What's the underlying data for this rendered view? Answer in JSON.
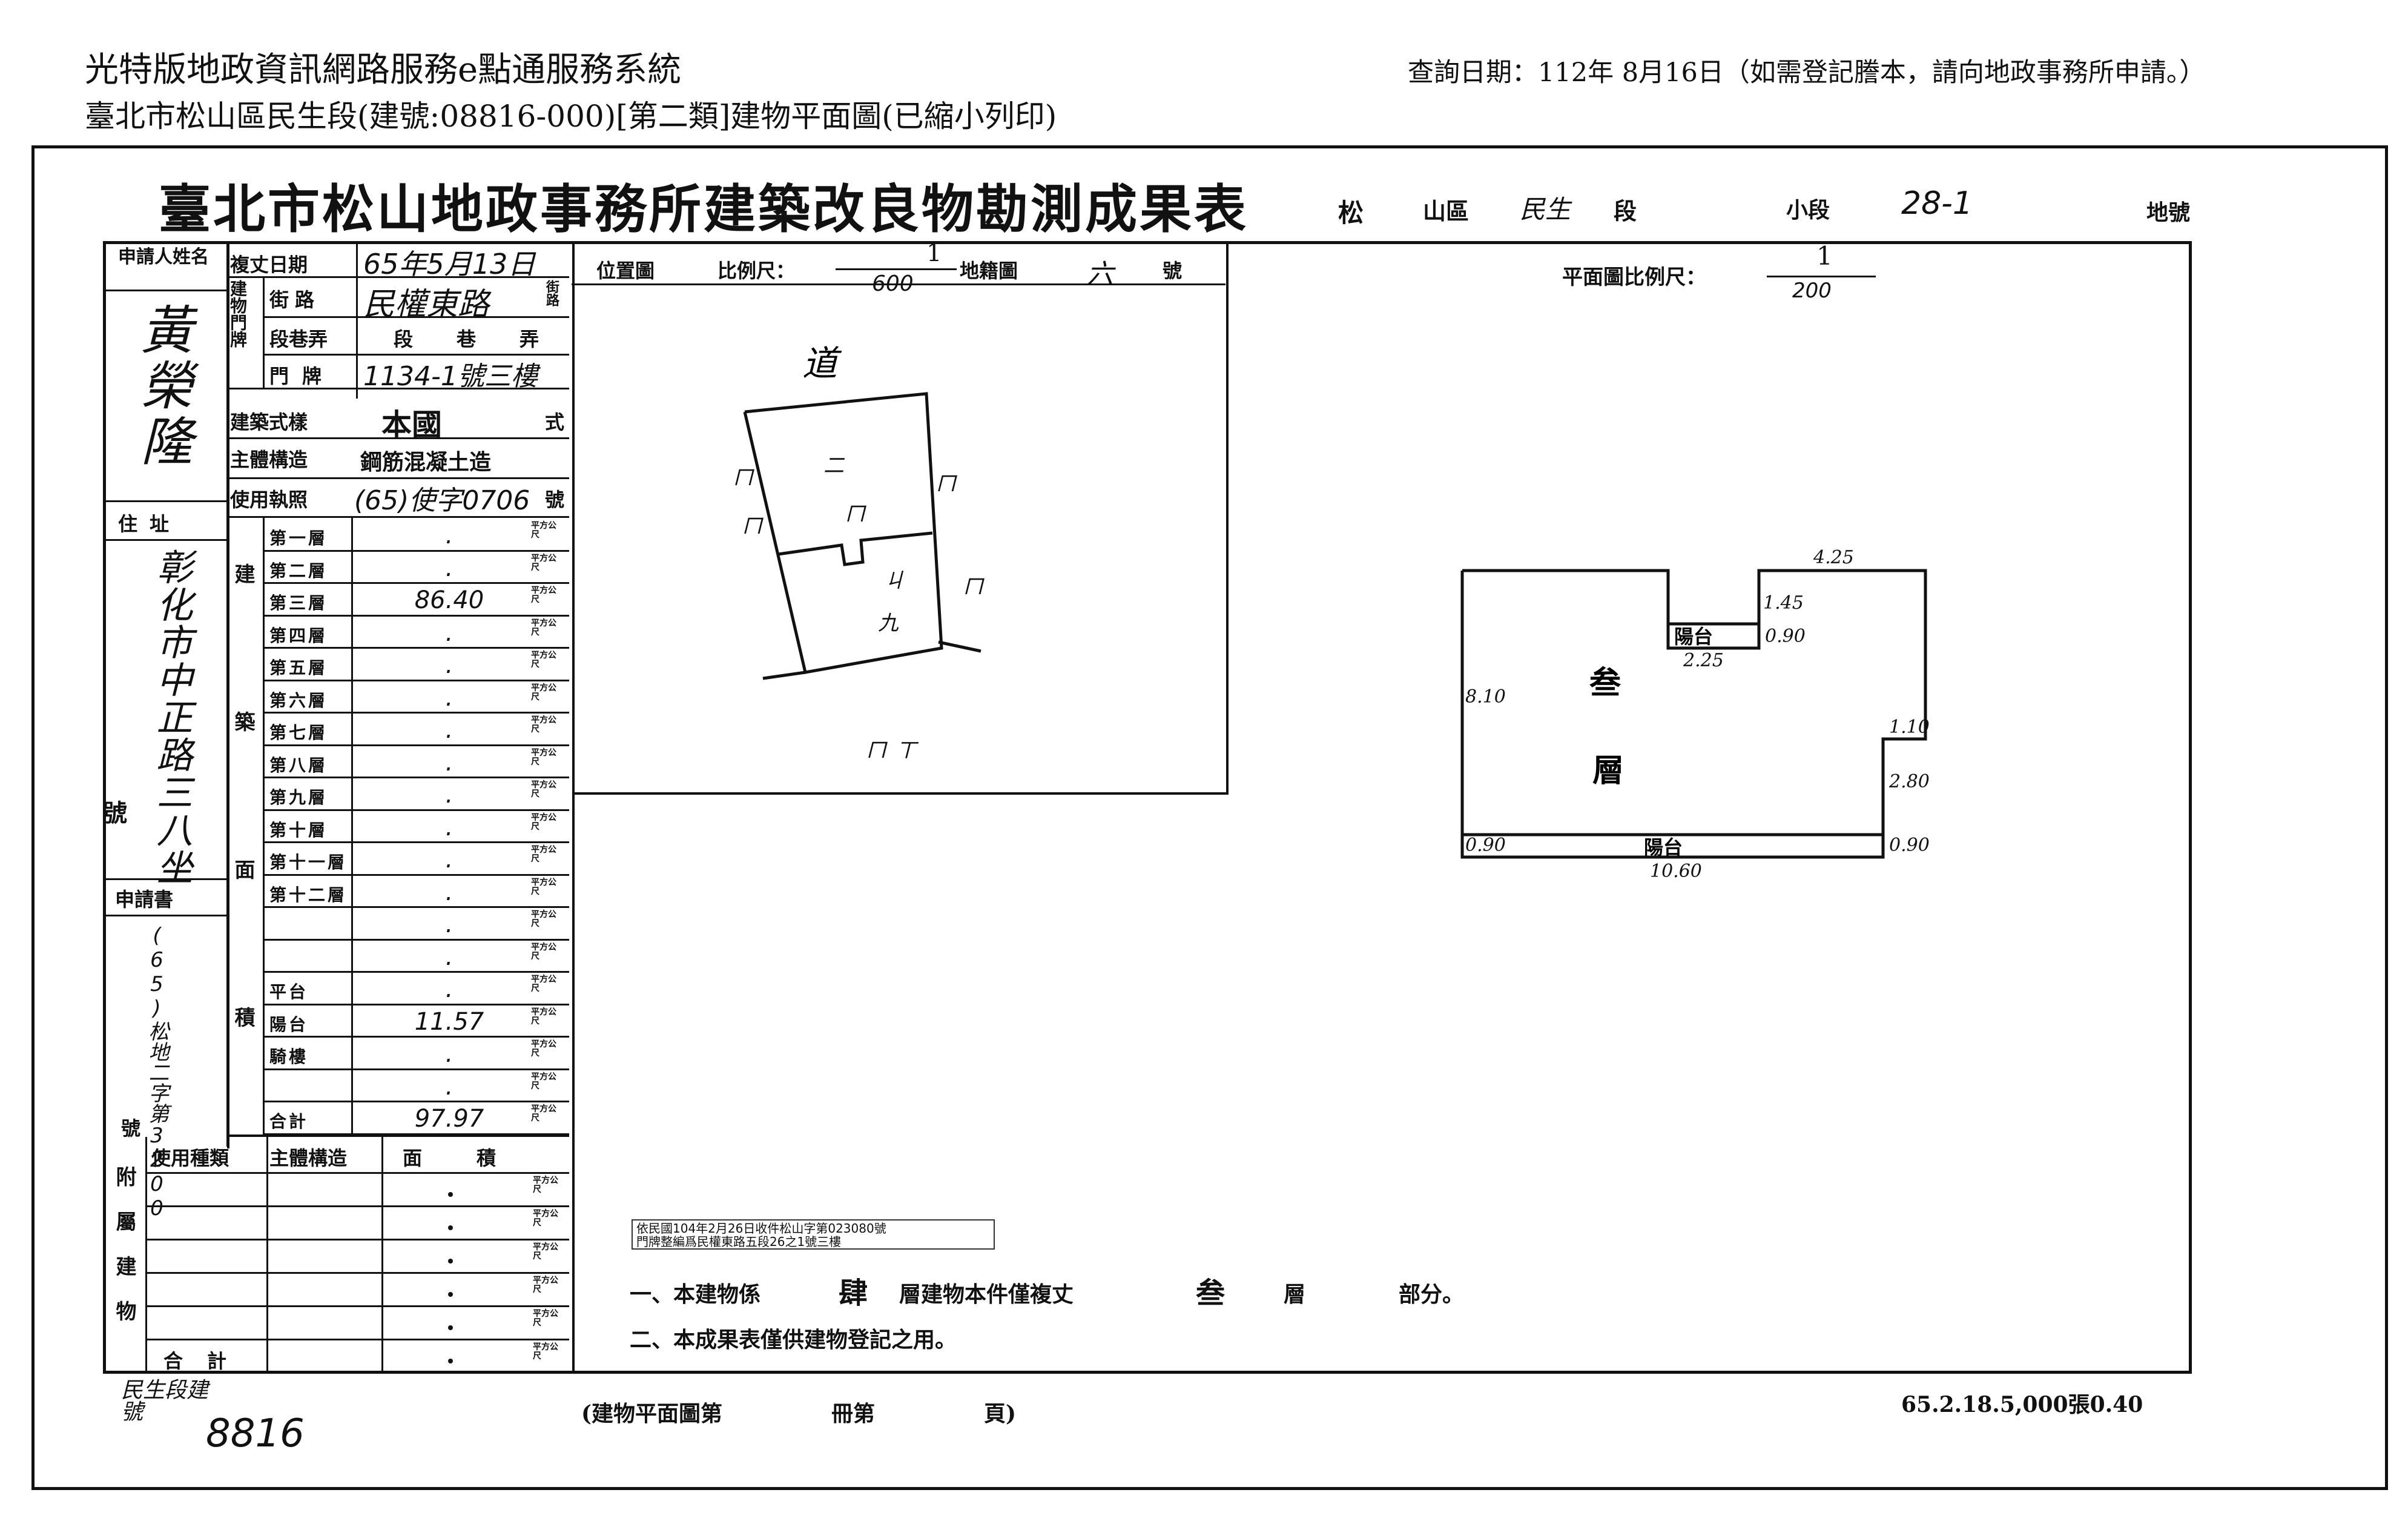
{
  "header": {
    "system_title": "光特版地政資訊網路服務e點通服務系統",
    "subtitle": "臺北市松山區民生段(建號:08816-000)[第二類]建物平面圖(已縮小列印)",
    "query_date": "查詢日期：112年 8月16日（如需登記謄本，請向地政事務所申請。）"
  },
  "doc": {
    "title": "臺北市松山地政事務所建築改良物勘測成果表",
    "district": "松",
    "district2": "山區",
    "section": "民生",
    "section_suffix": "段",
    "subsection_label": "小段",
    "lot_number": "28-1",
    "lot_label": "地號"
  },
  "applicant": {
    "label": "申請人姓名",
    "name": "黃榮隆",
    "address_label": "住址",
    "address": "彰化市中正路三八坐",
    "address_suffix": "號",
    "application_label": "申請書",
    "application_no": "(65)松地二字第3200",
    "application_suffix": "號"
  },
  "info": {
    "survey_date_label": "複丈日期",
    "survey_date": "65年5月13日",
    "door_label": "建物門牌",
    "street_label": "街路",
    "street": "民權東路",
    "street_suffix": "街路",
    "lane_label": "段巷弄",
    "lane_value": "段　巷　弄",
    "number_label": "門牌",
    "number_value": "1134-1號三樓",
    "style_label": "建築式樣",
    "style_value": "本國",
    "style_suffix": "式",
    "structure_label": "主體構造",
    "structure_value": "鋼筋混凝土造",
    "permit_label": "使用執照",
    "permit_value": "(65)使字0706",
    "permit_suffix": "號"
  },
  "floors": {
    "section_label": "建築面積",
    "unit": "平方公尺",
    "rows": [
      {
        "label": "第一層",
        "value": "."
      },
      {
        "label": "第二層",
        "value": "."
      },
      {
        "label": "第三層",
        "value": "86.40"
      },
      {
        "label": "第四層",
        "value": "."
      },
      {
        "label": "第五層",
        "value": "."
      },
      {
        "label": "第六層",
        "value": "."
      },
      {
        "label": "第七層",
        "value": "."
      },
      {
        "label": "第八層",
        "value": "."
      },
      {
        "label": "第九層",
        "value": "."
      },
      {
        "label": "第十層",
        "value": "."
      },
      {
        "label": "第十一層",
        "value": "."
      },
      {
        "label": "第十二層",
        "value": "."
      },
      {
        "label": "",
        "value": "."
      },
      {
        "label": "",
        "value": "."
      },
      {
        "label": "平台",
        "value": "."
      },
      {
        "label": "陽台",
        "value": "11.57"
      },
      {
        "label": "騎樓",
        "value": "."
      },
      {
        "label": "",
        "value": "."
      },
      {
        "label": "合計",
        "value": "97.97"
      }
    ]
  },
  "attached": {
    "side_label": "附屬建物",
    "col_use": "使用種類",
    "col_structure": "主體構造",
    "col_area": "面積",
    "total_label": "合計"
  },
  "location_map": {
    "label": "位置圖",
    "scale_label": "比例尺：",
    "scale_num": "1",
    "scale_den": "600",
    "cadastral_label": "地籍圖",
    "cadastral_value": "六",
    "cadastral_suffix": "號",
    "road_label": "道"
  },
  "floor_plan": {
    "scale_label": "平面圖比例尺：",
    "scale_num": "1",
    "scale_den": "200",
    "floor_label_1": "叁",
    "floor_label_2": "層",
    "balcony_label": "陽台",
    "dimensions": {
      "top": "4.25",
      "notch_depth": "1.45",
      "notch_width": "2.25",
      "notch_right": "0.90",
      "left_height": "8.10",
      "step_w": "1.10",
      "step_h": "2.80",
      "bottom_left": "0.90",
      "bottom_right": "0.90",
      "total_width": "10.60"
    }
  },
  "notes": {
    "stamp_line1": "依民國104年2月26日收件松山字第023080號",
    "stamp_line2": "門牌整編爲民權東路五段26之1號三樓",
    "note1_a": "一、本建物係",
    "note1_floors": "肆",
    "note1_b": "層建物本件僅複丈",
    "note1_floor": "叁",
    "note1_c": "層",
    "note1_d": "部分。",
    "note2": "二、本成果表僅供建物登記之用。"
  },
  "footer": {
    "bldg_label": "民生段建號",
    "bldg_number": "8816",
    "plan_ref": "(建物平面圖第　　　　　冊第　　　　　頁)",
    "print_code": "65.2.18.5,000張0.40"
  }
}
